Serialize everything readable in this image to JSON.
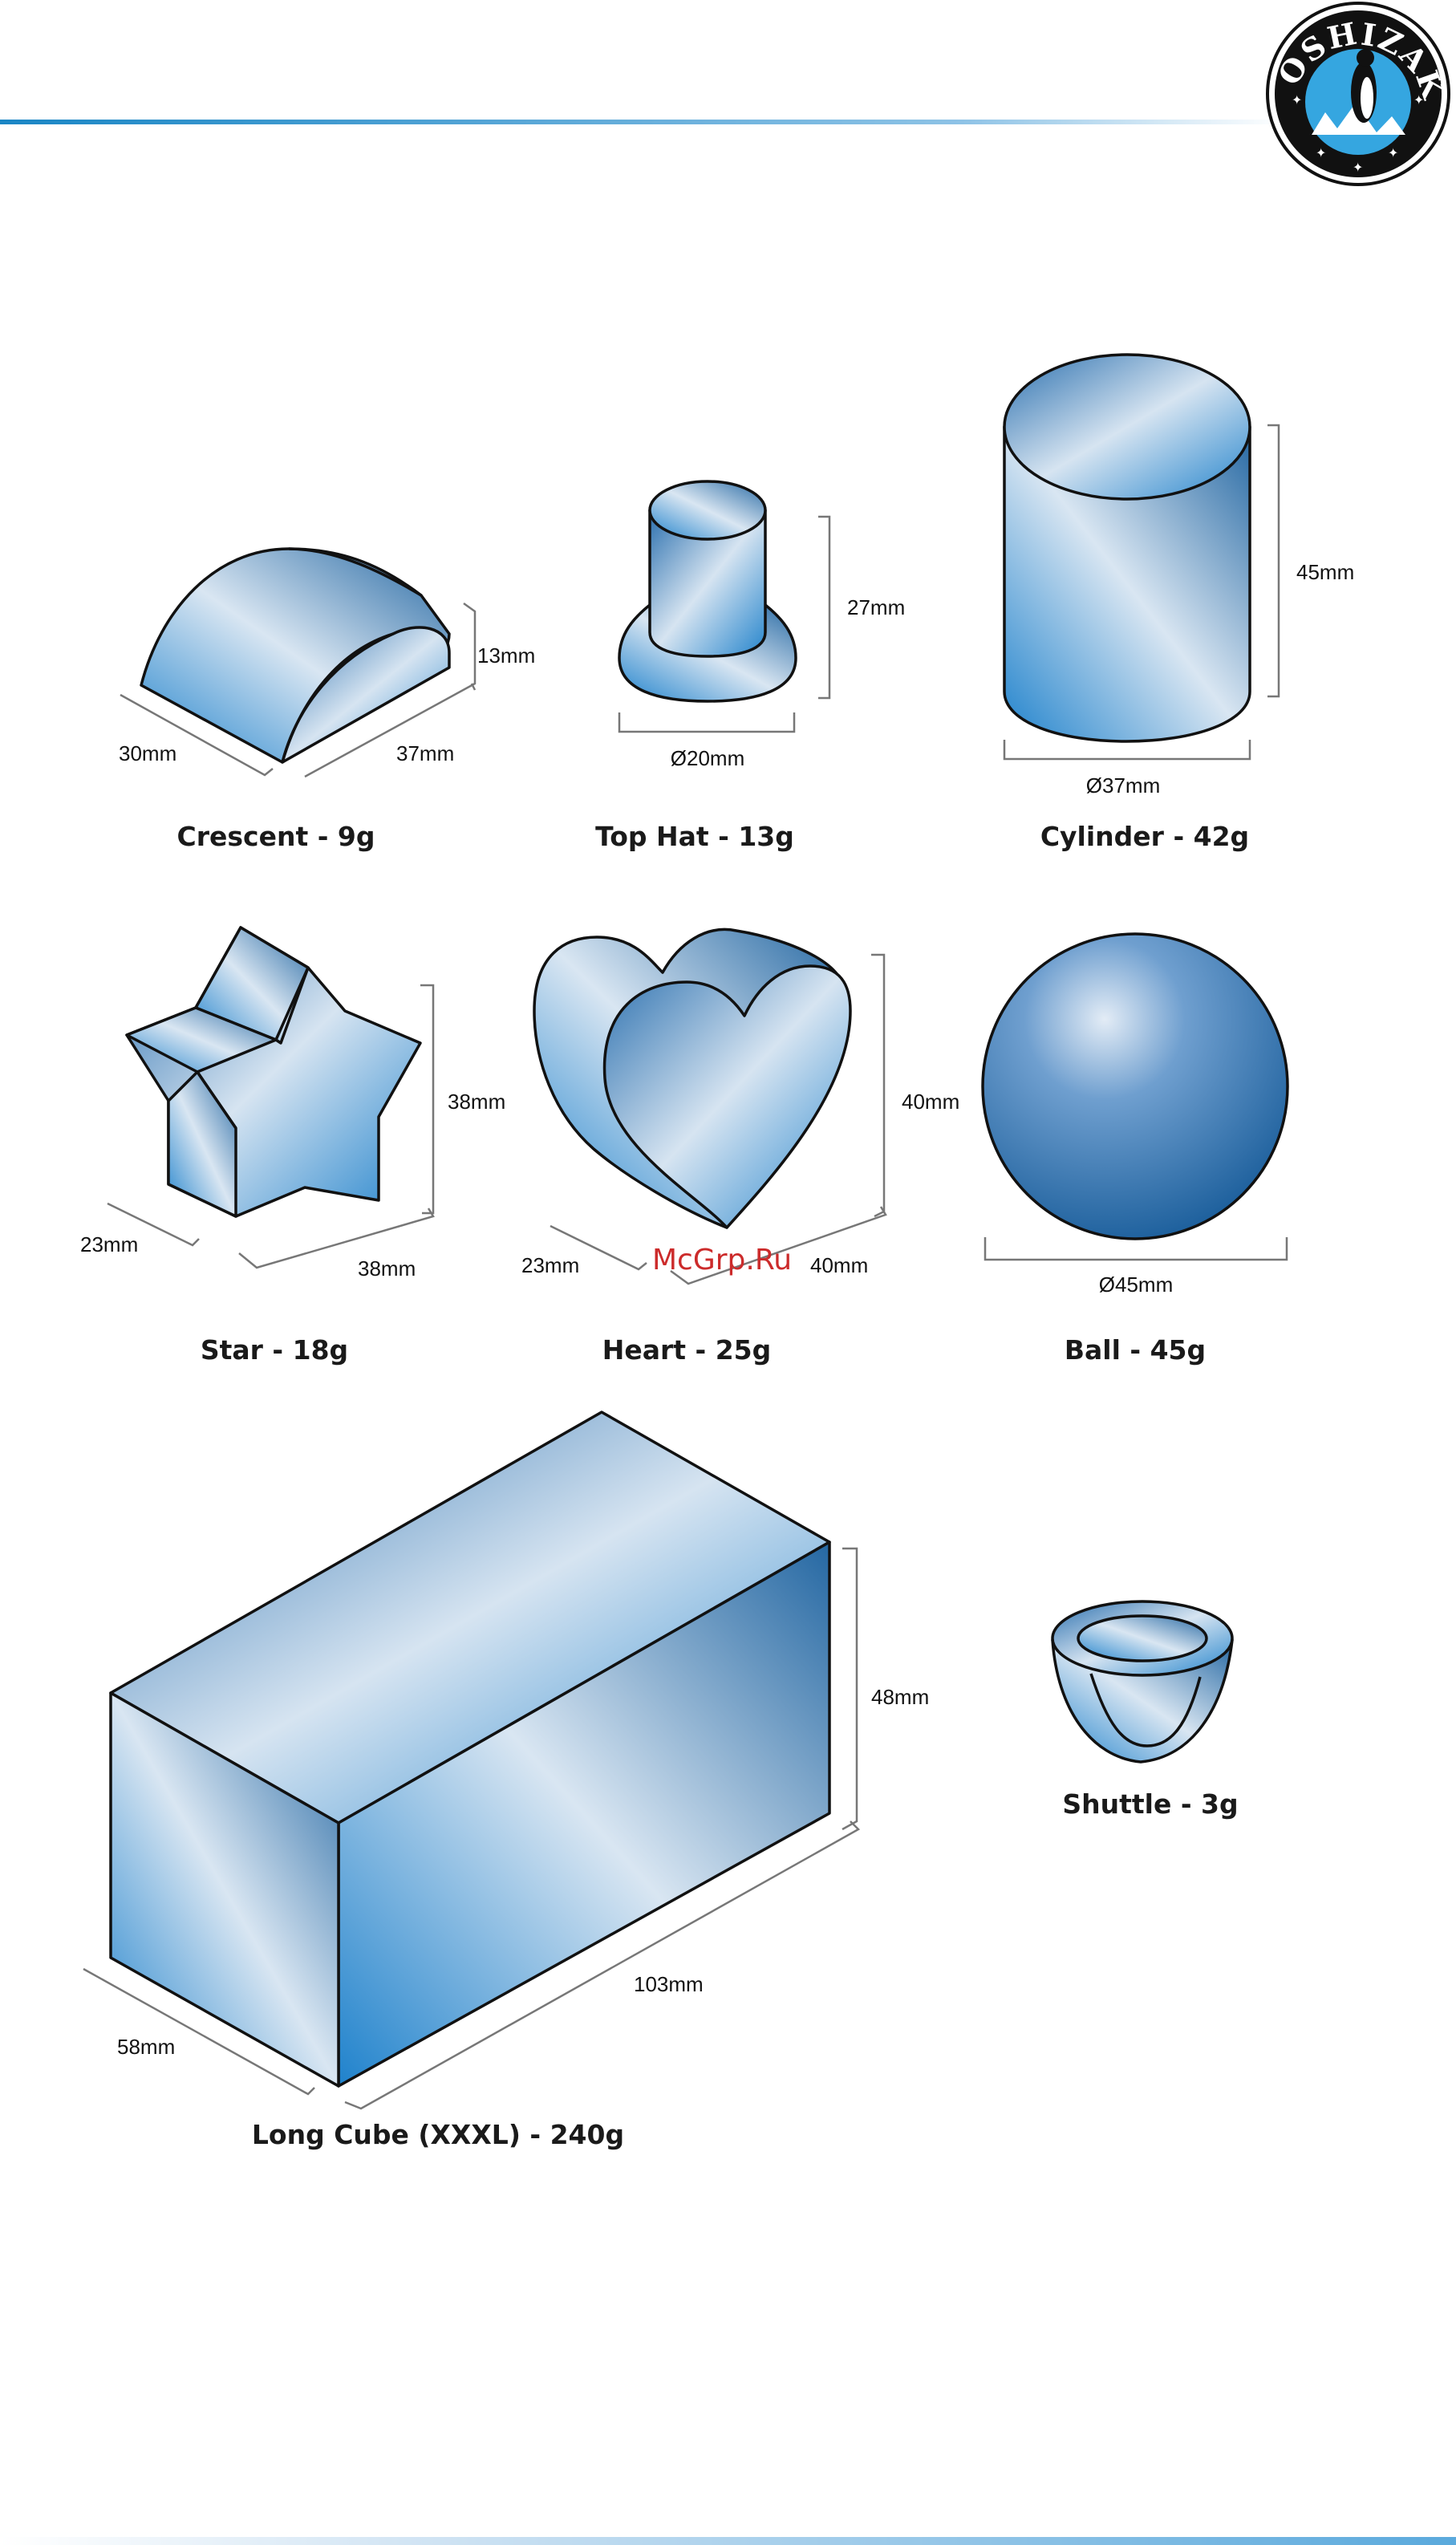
{
  "brand": {
    "name": "HOSHIZAKI"
  },
  "watermark": "McGrp.Ru",
  "colors": {
    "accent": "#1a86c5",
    "ice_dark": "#1e6aa8",
    "ice_light": "#dbe7f2"
  },
  "products": {
    "crescent": {
      "caption": "Crescent - 9g",
      "dims": [
        "30mm",
        "37mm",
        "13mm"
      ]
    },
    "tophat": {
      "caption": "Top Hat - 13g",
      "dims": [
        "27mm",
        "Ø20mm"
      ]
    },
    "cylinder": {
      "caption": "Cylinder - 42g",
      "dims": [
        "45mm",
        "Ø37mm"
      ]
    },
    "star": {
      "caption": "Star - 18g",
      "dims": [
        "38mm",
        "23mm",
        "38mm"
      ]
    },
    "heart": {
      "caption": "Heart - 25g",
      "dims": [
        "40mm",
        "23mm",
        "40mm"
      ]
    },
    "ball": {
      "caption": "Ball - 45g",
      "dims": [
        "Ø45mm"
      ]
    },
    "longcube": {
      "caption": "Long Cube (XXXL) - 240g",
      "dims": [
        "48mm",
        "103mm",
        "58mm"
      ]
    },
    "shuttle": {
      "caption": "Shuttle - 3g",
      "dims": []
    }
  }
}
